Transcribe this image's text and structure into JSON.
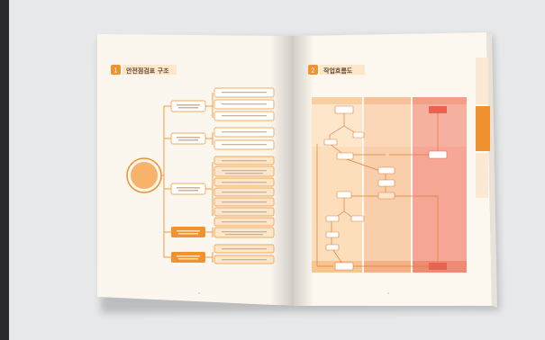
{
  "left_page": {
    "header": "",
    "badge": "1",
    "title": "안전점검표 구조",
    "subtitle": "",
    "root_label": "",
    "page_number": "5"
  },
  "right_page": {
    "header": "",
    "badge": "2",
    "title": "작업흐름도",
    "subtitle": "",
    "columns": [
      "",
      "",
      ""
    ],
    "tabs": [
      "",
      "",
      ""
    ],
    "footnote": "",
    "page_number": "6"
  },
  "colors": {
    "orange": "#f0922f",
    "light_orange": "#fde6c9",
    "pink_col": "#f6b0a0",
    "red_box": "#e8634f"
  }
}
